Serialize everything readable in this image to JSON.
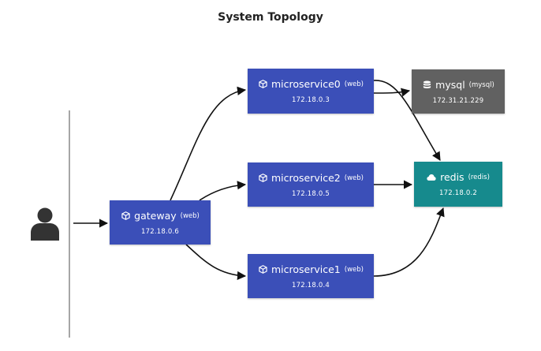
{
  "title": "System Topology",
  "colors": {
    "web": "#3b4fb8",
    "mysql": "#616161",
    "redis": "#168a8d",
    "edge": "#111111",
    "divider": "#888888",
    "user": "#333333"
  },
  "nodes": {
    "gateway": {
      "name": "gateway",
      "kind": "(web)",
      "ip": "172.18.0.6",
      "icon": "cube-icon"
    },
    "microservice0": {
      "name": "microservice0",
      "kind": "(web)",
      "ip": "172.18.0.3",
      "icon": "cube-icon"
    },
    "microservice2": {
      "name": "microservice2",
      "kind": "(web)",
      "ip": "172.18.0.5",
      "icon": "cube-icon"
    },
    "microservice1": {
      "name": "microservice1",
      "kind": "(web)",
      "ip": "172.18.0.4",
      "icon": "cube-icon"
    },
    "mysql": {
      "name": "mysql",
      "kind": "(mysql)",
      "ip": "172.31.21.229",
      "icon": "database-icon"
    },
    "redis": {
      "name": "redis",
      "kind": "(redis)",
      "ip": "172.18.0.2",
      "icon": "cloud-icon"
    }
  },
  "user_icon": "user-icon",
  "edges": [
    {
      "from": "user",
      "to": "gateway"
    },
    {
      "from": "gateway",
      "to": "microservice0"
    },
    {
      "from": "gateway",
      "to": "microservice2"
    },
    {
      "from": "gateway",
      "to": "microservice1"
    },
    {
      "from": "microservice0",
      "to": "mysql"
    },
    {
      "from": "microservice0",
      "to": "redis"
    },
    {
      "from": "microservice2",
      "to": "redis"
    },
    {
      "from": "microservice1",
      "to": "redis"
    }
  ]
}
